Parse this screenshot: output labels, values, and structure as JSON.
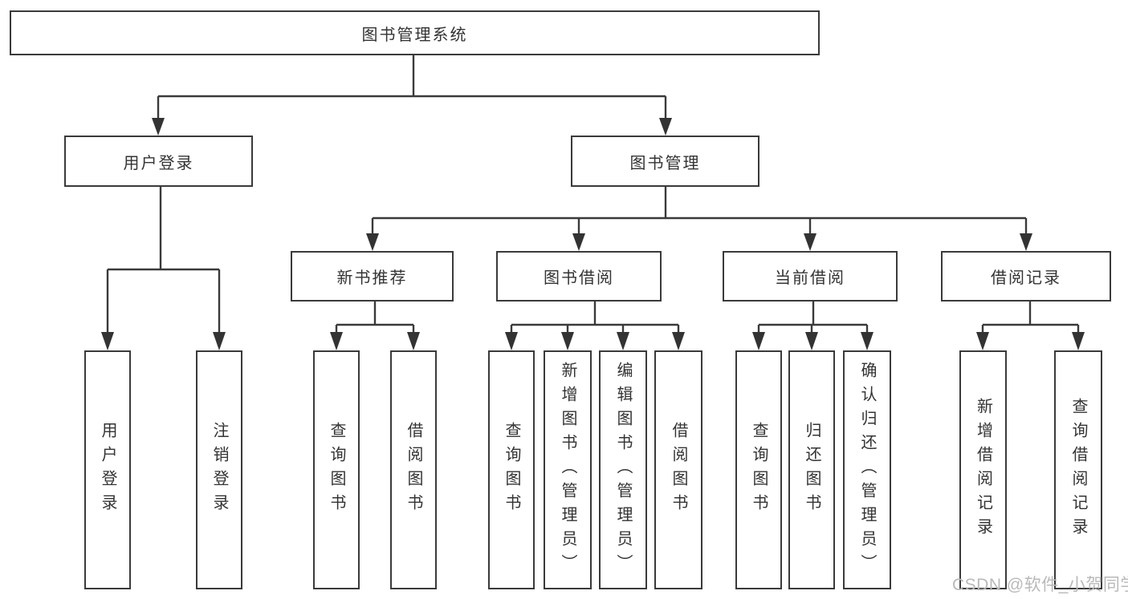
{
  "colors": {
    "line": "#3a3a3a",
    "text": "#333333",
    "watermark": "#b9b9b9",
    "background": "#ffffff"
  },
  "watermark": {
    "text": "CSDN @软件_小贺同学"
  },
  "tree": {
    "root": {
      "label": "图书管理系统",
      "children": [
        {
          "label": "用户登录",
          "children": [
            {
              "label": "用户登录"
            },
            {
              "label": "注销登录"
            }
          ]
        },
        {
          "label": "图书管理",
          "children": [
            {
              "label": "新书推荐",
              "children": [
                {
                  "label": "查询图书"
                },
                {
                  "label": "借阅图书"
                }
              ]
            },
            {
              "label": "图书借阅",
              "children": [
                {
                  "label": "查询图书"
                },
                {
                  "label": "新增图书（管理员）"
                },
                {
                  "label": "编辑图书（管理员）"
                },
                {
                  "label": "借阅图书"
                }
              ]
            },
            {
              "label": "当前借阅",
              "children": [
                {
                  "label": "查询图书"
                },
                {
                  "label": "归还图书"
                },
                {
                  "label": "确认归还（管理员）"
                }
              ]
            },
            {
              "label": "借阅记录",
              "children": [
                {
                  "label": "新增借阅记录"
                },
                {
                  "label": "查询借阅记录"
                }
              ]
            }
          ]
        }
      ]
    }
  }
}
